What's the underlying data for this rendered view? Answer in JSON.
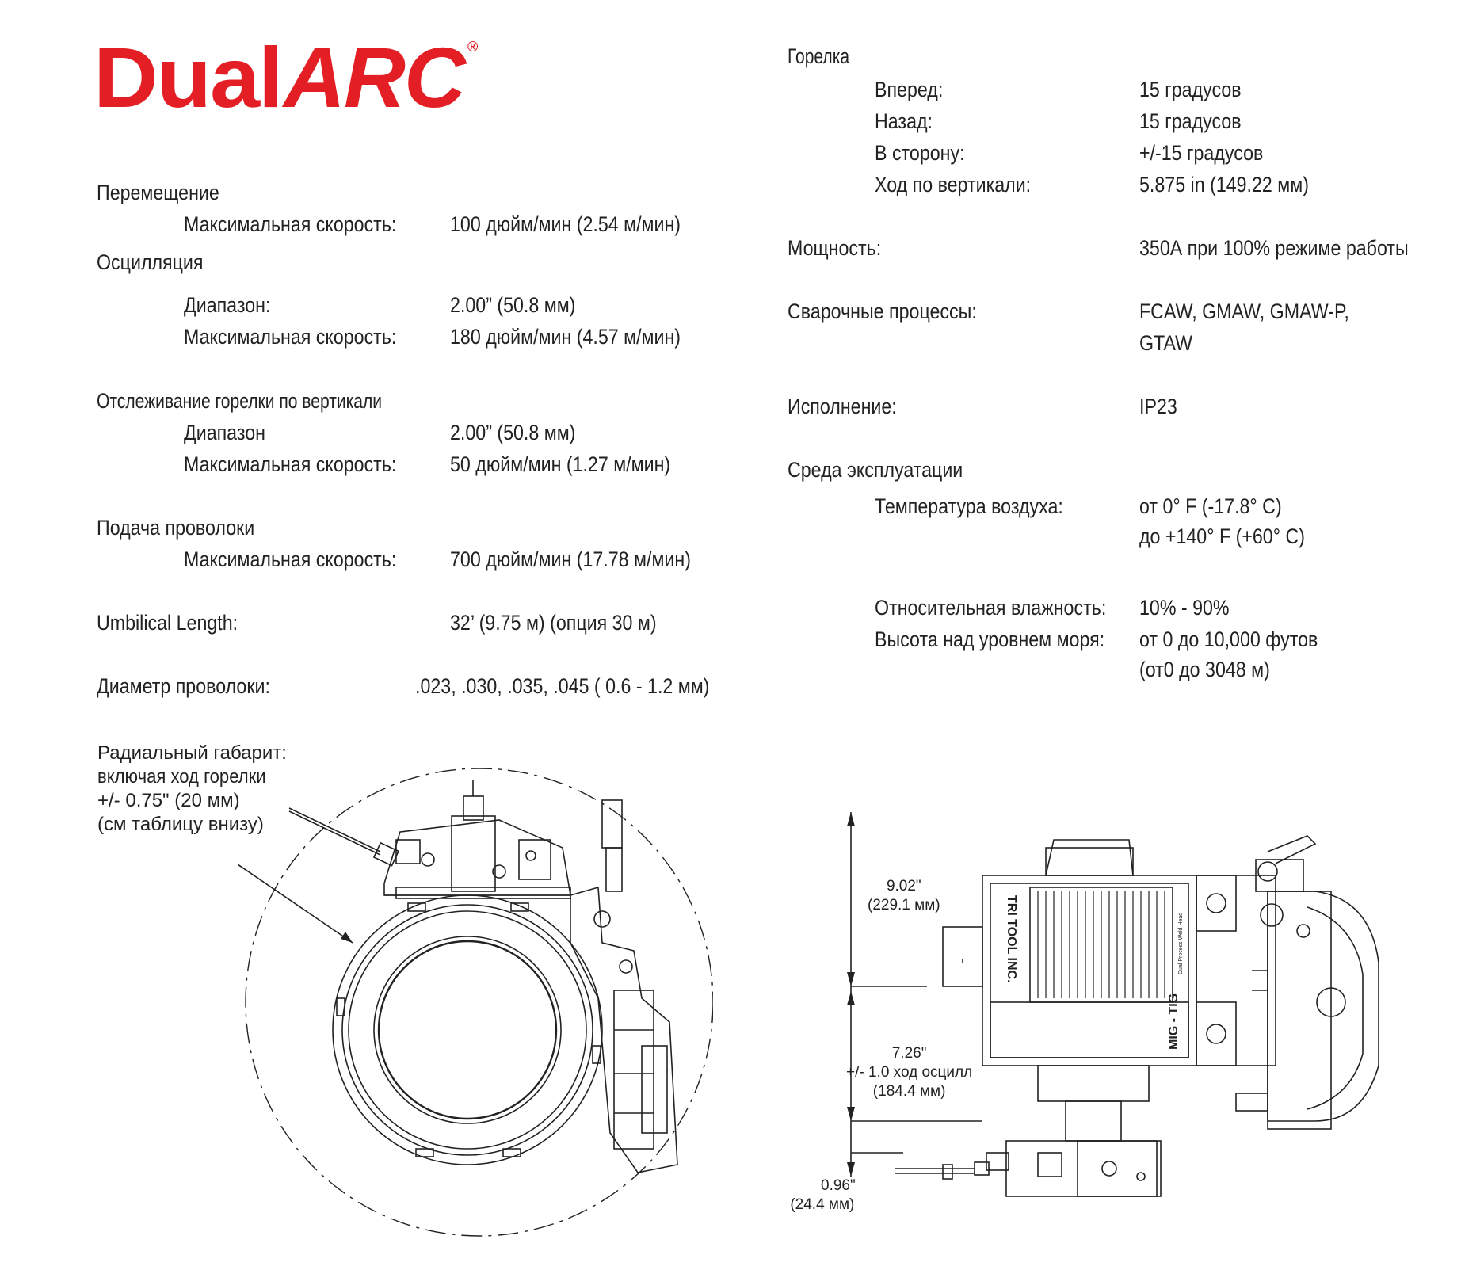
{
  "brand": {
    "part1": "Dual",
    "part2": "ARC",
    "reg": "®"
  },
  "left": {
    "travel": {
      "heading": "Перемещение",
      "max_speed_label": "Максимальная скорость:",
      "max_speed_value": "100 дюйм/мин (2.54 м/мин)"
    },
    "oscillation": {
      "heading": "Осцилляция",
      "range_label": "Диапазон:",
      "range_value": "2.00” (50.8 мм)",
      "max_speed_label": "Максимальная скорость:",
      "max_speed_value": "180 дюйм/мин (4.57 м/мин)"
    },
    "avc": {
      "heading": "Отслеживание  горелки по вертикали",
      "range_label": "Диапазон",
      "range_value": "2.00” (50.8 мм)",
      "max_speed_label": "Максимальная скорость:",
      "max_speed_value": "50 дюйм/мин (1.27 м/мин)"
    },
    "wire_feed": {
      "heading": "Подача проволоки",
      "max_speed_label": "Максимальная скорость:",
      "max_speed_value": "700 дюйм/мин  (17.78 м/мин)"
    },
    "umbilical": {
      "label": "Umbilical Length:",
      "value": "32’ (9.75 м) (опция 30 м)"
    },
    "wire_diameter": {
      "label": "Диаметр проволоки:",
      "value": ".023, .030, .035, .045 ( 0.6 - 1.2 мм)"
    }
  },
  "right": {
    "torch": {
      "heading": "Горелка",
      "forward_label": "Вперед:",
      "forward_value": "15 градусов",
      "back_label": "Назад:",
      "back_value": "15 градусов",
      "side_label": "В сторону:",
      "side_value": "+/-15 градусов",
      "vertical_label": "Ход по вертикали:",
      "vertical_value": "5.875 in (149.22 мм)"
    },
    "power": {
      "label": "Мощность:",
      "value": "350А при 100% режиме работы"
    },
    "processes": {
      "label": "Сварочные процессы:",
      "value_line1": "FCAW, GMAW, GMAW-P,",
      "value_line2": "GTAW"
    },
    "enclosure": {
      "label": "Исполнение:",
      "value": "IP23"
    },
    "environment": {
      "heading": "Среда эксплуатации",
      "temp_label": "Температура воздуха:",
      "temp_line1": "от 0° F (-17.8° C)",
      "temp_line2": "до +140° F (+60° C)",
      "humidity_label": "Относительная влажность:",
      "humidity_value": "10% - 90%",
      "altitude_label": "Высота над уровнем моря:",
      "altitude_line1": "от 0 до 10,000 футов",
      "altitude_line2": "(от0 до 3048 м)"
    }
  },
  "radial_caption": {
    "line1": "Радиальный габарит:",
    "line2": "включая ход горелки",
    "line3": "+/- 0.75\" (20 мм)",
    "line4": "(см таблицу внизу)"
  },
  "dimensions": {
    "height_in": "9.02\"",
    "height_mm": "(229.1 мм)",
    "osc_in": "7.26\"",
    "osc_text": "+/- 1.0 ход осцилл",
    "osc_mm": "(184.4 мм)",
    "offset_in": "0.96\"",
    "offset_mm": "(24.4 мм)"
  },
  "head_labels": {
    "brand": "TRI TOOL INC.",
    "model": "MIG - TIG",
    "sub": "Dual Process Weld Head"
  }
}
